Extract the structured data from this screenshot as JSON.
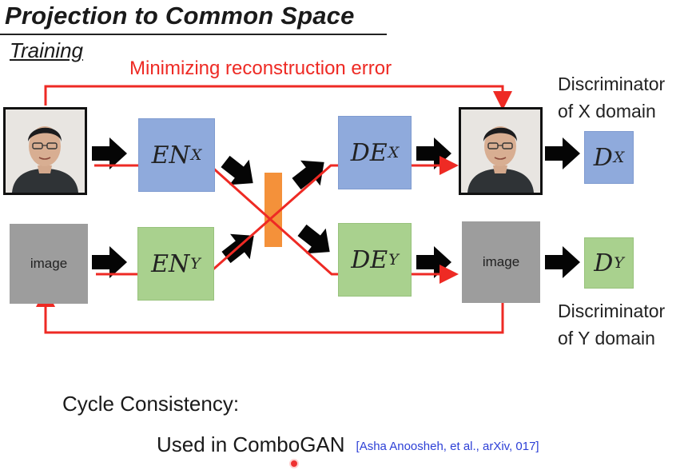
{
  "slide": {
    "title": "Projection to Common Space",
    "subtitle": "Training",
    "reconstruction_label": "Minimizing reconstruction error",
    "disc_x_caption": [
      "Discriminator",
      "of X domain"
    ],
    "disc_y_caption": [
      "Discriminator",
      "of Y domain"
    ],
    "cycle_label": "Cycle Consistency:",
    "used_in": "Used in ComboGAN",
    "citation": "[Asha Anoosheh, et al., arXiv, 017]"
  },
  "diagram": {
    "input_image_label": "image",
    "output_image_label": "image",
    "encoder_x": {
      "main": "EN",
      "sub": "X"
    },
    "encoder_y": {
      "main": "EN",
      "sub": "Y"
    },
    "decoder_x": {
      "main": "DE",
      "sub": "X"
    },
    "decoder_y": {
      "main": "DE",
      "sub": "Y"
    },
    "disc_x": {
      "main": "D",
      "sub": "X"
    },
    "disc_y": {
      "main": "D",
      "sub": "Y"
    }
  },
  "colors": {
    "encoder_decoder_x": "#8faadc",
    "encoder_decoder_y": "#a9d18e",
    "latent": "#f4913a",
    "highlight_arrows": "#ee2a24",
    "citation": "#2c3fd6",
    "image_placeholder": "#9d9d9d"
  },
  "icons": {
    "photo": "person-photo-icon",
    "flow_arrow": "black-arrow-icon",
    "cursor": "pointer-dot-icon"
  }
}
